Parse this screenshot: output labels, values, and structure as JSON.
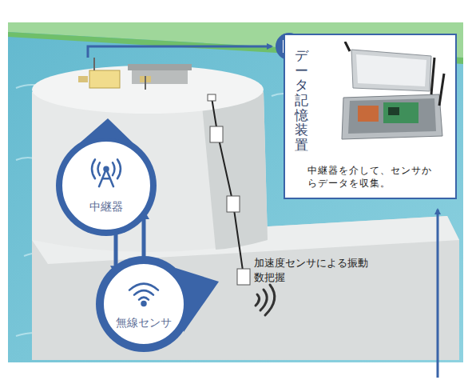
{
  "diagram": {
    "nodes": [
      {
        "text": [
          "中継器"
        ]
      },
      {
        "text": [
          "無線センサ"
        ]
      },
      {
        "text": [
          "データ記憶装置",
          "中継器を介して、センサからデータを収集。"
        ]
      }
    ],
    "edges": [
      {
        "from": 0,
        "to": 1,
        "arrow": "to"
      },
      {
        "from": 1,
        "to": 0,
        "arrow": "to"
      }
    ],
    "labels": [
      "加速度センサによる振動数把握"
    ]
  }
}
